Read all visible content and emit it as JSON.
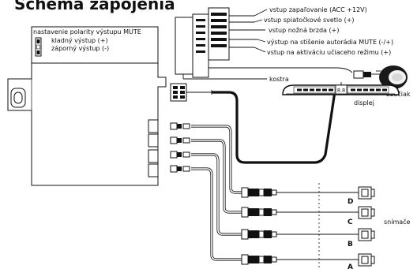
{
  "title": "Schéma zapojenia",
  "polarity": {
    "heading": "nastavenie polarity výstupu MUTE",
    "positive": "kladný výstup (+)",
    "negative": "záporný výstup (-)"
  },
  "wires": [
    "vstup zapaľovanie (ACC +12V)",
    "vstup spiatočkové svetlo (+)",
    "vstup nožná brzda (+)",
    "výstup na stíšenie autorádia MUTE (-/+)",
    "vstup na aktiváciu učiaceho režimu (+)"
  ],
  "ground": "kostra",
  "buzzer": "bzučiak",
  "display": {
    "label": "displej",
    "readout": "8.8"
  },
  "sensors": {
    "label": "snímače",
    "letters": [
      "D",
      "C",
      "B",
      "A"
    ]
  }
}
